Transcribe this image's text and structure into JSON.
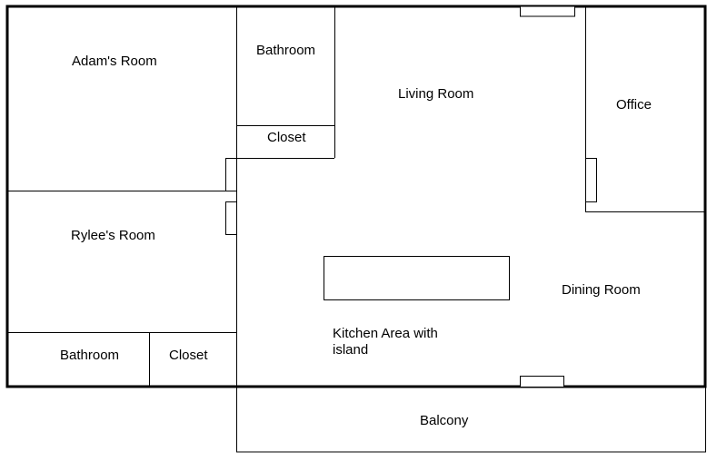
{
  "rooms": {
    "adams_room": "Adam's Room",
    "bathroom_upper": "Bathroom",
    "closet_upper": "Closet",
    "living_room": "Living Room",
    "office": "Office",
    "rylees_room": "Rylee's Room",
    "dining_room": "Dining Room",
    "kitchen": {
      "line1": "Kitchen Area with",
      "line2": "island"
    },
    "bathroom_lower": "Bathroom",
    "closet_lower": "Closet",
    "balcony": "Balcony"
  },
  "colors": {
    "wall": "#000000",
    "background": "#ffffff"
  }
}
